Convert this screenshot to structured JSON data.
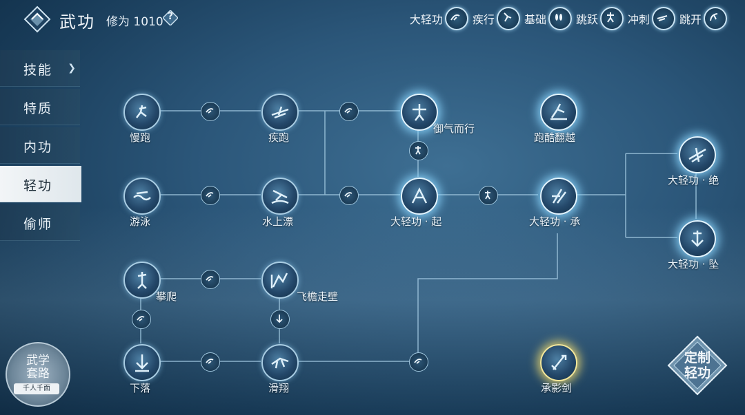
{
  "header": {
    "title": "武功",
    "cultivation_label": "修为",
    "cultivation_value": "1010",
    "help_label": "?"
  },
  "filters": [
    {
      "label": "大轻功",
      "icon": "leap-icon"
    },
    {
      "label": "疾行",
      "icon": "sprint-icon"
    },
    {
      "label": "基础",
      "icon": "footprint-icon"
    },
    {
      "label": "跳跃",
      "icon": "jump-icon"
    },
    {
      "label": "冲刺",
      "icon": "dash-icon"
    },
    {
      "label": "跳开",
      "icon": "dodge-icon"
    }
  ],
  "sidebar": {
    "tabs": [
      {
        "label": "技能",
        "has_arrow": true,
        "active": false
      },
      {
        "label": "特质",
        "active": false
      },
      {
        "label": "内功",
        "active": false
      },
      {
        "label": "轻功",
        "active": true
      },
      {
        "label": "偷师",
        "active": false
      }
    ]
  },
  "skills": {
    "slow_run": "慢跑",
    "sprint": "疾跑",
    "qi_walk": "御气而行",
    "parkour": "跑酷翻越",
    "swim": "游泳",
    "water_float": "水上漂",
    "great_qinggong_qi": "大轻功 · 起",
    "great_qinggong_cheng": "大轻功 · 承",
    "great_qinggong_jue": "大轻功 · 绝",
    "great_qinggong_zhui": "大轻功 · 坠",
    "climb": "攀爬",
    "wall_run": "飞檐走壁",
    "fall": "下落",
    "glide": "滑翔",
    "shadow_sword": "承影剑"
  },
  "route_button": {
    "title": "武学套路",
    "subtitle": "千人千面"
  },
  "custom_button": {
    "label": "定制轻功"
  },
  "colors": {
    "accent": "#a9cde3",
    "glow": "#8cd7ff",
    "gold": "#ebd76e",
    "active_tab": "#f2f5f7"
  }
}
